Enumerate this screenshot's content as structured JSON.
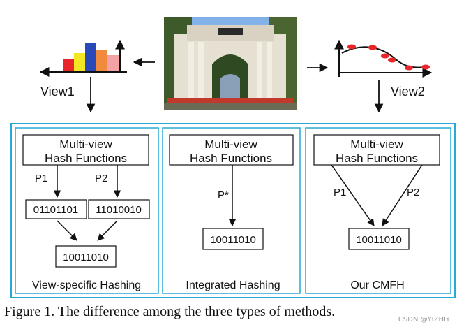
{
  "top": {
    "view1_label": "View1",
    "view2_label": "View2",
    "photo_alt": "campus gate photo"
  },
  "panels": [
    {
      "hash_box": [
        "Multi-view",
        "Hash Functions"
      ],
      "projections": [
        "P1",
        "P2"
      ],
      "intermediate_codes": [
        "01101101",
        "11010010"
      ],
      "final_code": "10011010",
      "caption": "View-specific Hashing"
    },
    {
      "hash_box": [
        "Multi-view",
        "Hash Functions"
      ],
      "projections": [
        "P*"
      ],
      "final_code": "10011010",
      "caption": "Integrated Hashing"
    },
    {
      "hash_box": [
        "Multi-view",
        "Hash Functions"
      ],
      "projections": [
        "P1",
        "P2"
      ],
      "final_code": "10011010",
      "caption": "Our CMFH"
    }
  ],
  "figure_caption": "Figure 1. The difference among the three types of methods.",
  "watermark": "CSDN @YIZHIYI",
  "colors": {
    "panel_border": "#29a8d6",
    "bar_colors": [
      "#e8262a",
      "#f2e625",
      "#2a49b8",
      "#f08a3c",
      "#f3a3a6"
    ],
    "dot_color": "#e8262a"
  }
}
